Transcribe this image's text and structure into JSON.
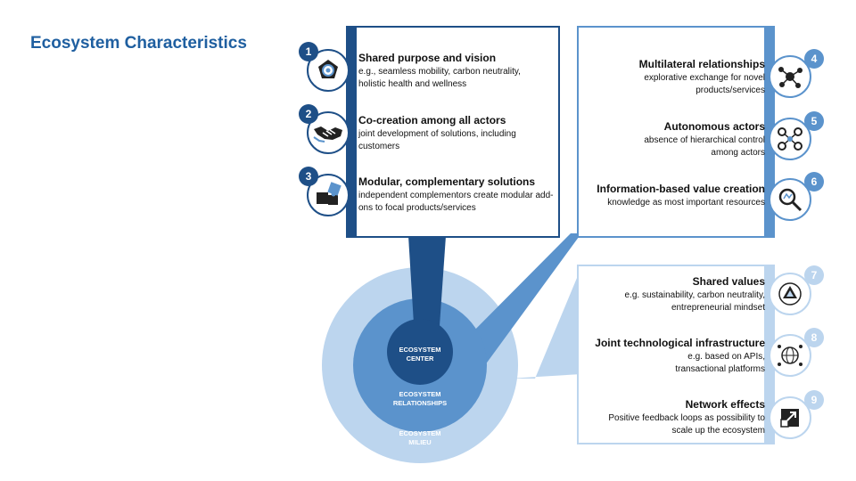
{
  "title": "Ecosystem Characteristics",
  "colors": {
    "dark": "#1e4f87",
    "medium": "#5b93cc",
    "light": "#bcd5ee",
    "title": "#1f5fa0"
  },
  "circles": {
    "center": "ECOSYSTEM\nCENTER",
    "relationships": "ECOSYSTEM\nRELATIONSHIPS",
    "milieu": "ECOSYSTEM\nMILIEU"
  },
  "items": [
    {
      "num": "1",
      "heading": "Shared purpose and vision",
      "desc": "e.g., seamless mobility, carbon neutrality, holistic health and wellness",
      "icon": "pentagon-target-icon"
    },
    {
      "num": "2",
      "heading": "Co-creation among all actors",
      "desc": "joint development of solutions, including customers",
      "icon": "handshake-icon"
    },
    {
      "num": "3",
      "heading": "Modular, complementary solutions",
      "desc": "independent complementors create modular add-ons to focal products/services",
      "icon": "puzzle-icon"
    },
    {
      "num": "4",
      "heading": "Multilateral relationships",
      "desc": "explorative exchange for novel products/services",
      "icon": "network-nodes-icon"
    },
    {
      "num": "5",
      "heading": "Autonomous actors",
      "desc": "absence of hierarchical control among actors",
      "icon": "actors-hub-icon"
    },
    {
      "num": "6",
      "heading": "Information-based value creation",
      "desc": "knowledge as most important resources",
      "icon": "magnifier-icon"
    },
    {
      "num": "7",
      "heading": "Shared values",
      "desc": "e.g. sustainability, carbon neutrality, entrepreneurial mindset",
      "icon": "recycle-icon"
    },
    {
      "num": "8",
      "heading": "Joint technological infrastructure",
      "desc": "e.g. based on APIs, transactional platforms",
      "icon": "globe-network-icon"
    },
    {
      "num": "9",
      "heading": "Network effects",
      "desc": "Positive feedback loops as possibility to scale up the ecosystem",
      "icon": "scale-up-arrow-icon"
    }
  ]
}
